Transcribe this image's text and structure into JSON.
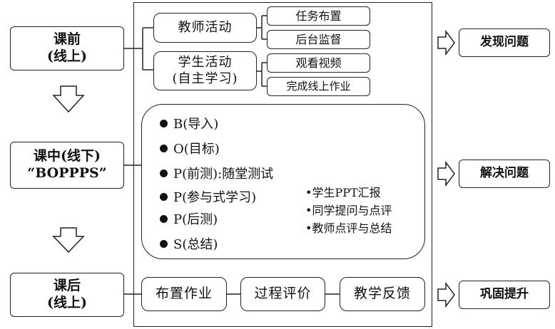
{
  "left": {
    "pre_class": {
      "line1": "课前",
      "line2": "(线上)"
    },
    "in_class": {
      "line1": "课中(线下)",
      "line2": "“BOPPPS”"
    },
    "post_class": {
      "line1": "课后",
      "line2": "(线上)"
    }
  },
  "pre": {
    "teacher": "教师活动",
    "student": {
      "line1": "学生活动",
      "line2": "(自主学习)"
    },
    "teacher_tasks": [
      "任务布置",
      "后台监督"
    ],
    "student_tasks": [
      "观看视频",
      "完成线上作业"
    ]
  },
  "bopps": {
    "items": {
      "b": "B(导入)",
      "o": "O(目标)",
      "p1": "P(前测):随堂测试",
      "p2": "P(参与式学习)",
      "p3": "P(后测)",
      "s": "S(总结)"
    },
    "details": [
      "•学生PPT汇报",
      "•同学提问与点评",
      "•教师点评与总结"
    ]
  },
  "post": {
    "steps": [
      "布置作业",
      "过程评价",
      "教学反馈"
    ]
  },
  "right": {
    "outcomes": [
      "发现问题",
      "解决问题",
      "巩固提升"
    ]
  }
}
